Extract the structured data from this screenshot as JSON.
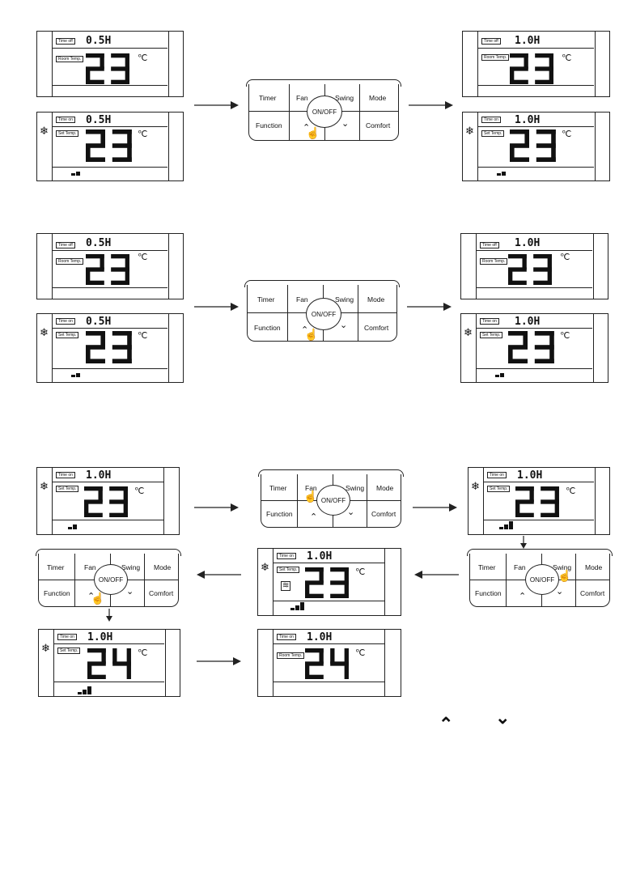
{
  "labels": {
    "timer_off_tag": "Time off",
    "timer_on_tag": "Time on",
    "room_temp_tag": "Room Temp.",
    "set_temp_tag": "Set Temp.",
    "celsius": "℃"
  },
  "remote": {
    "timer": "Timer",
    "fan": "Fan",
    "swing": "Swing",
    "mode": "Mode",
    "onoff": "ON/OFF",
    "function": "Function",
    "comfort": "Comfort",
    "up": "⌃",
    "down": "⌄"
  },
  "displays": {
    "r1_before_timer": "0.5H",
    "r1_after_timer": "1.0H",
    "r2_before_timer": "0.5H",
    "r2_after_timer": "1.0H",
    "r3_timer": "1.0H",
    "temp_23": "23",
    "temp_24": "24"
  },
  "icons": {
    "cool_mode": "snowflake-icon",
    "fan_speed": "fan-speed-bars-icon",
    "swing": "swing-icon",
    "hand": "pointing-hand-icon"
  },
  "legend": {
    "up": "⌃",
    "down": "⌄"
  }
}
